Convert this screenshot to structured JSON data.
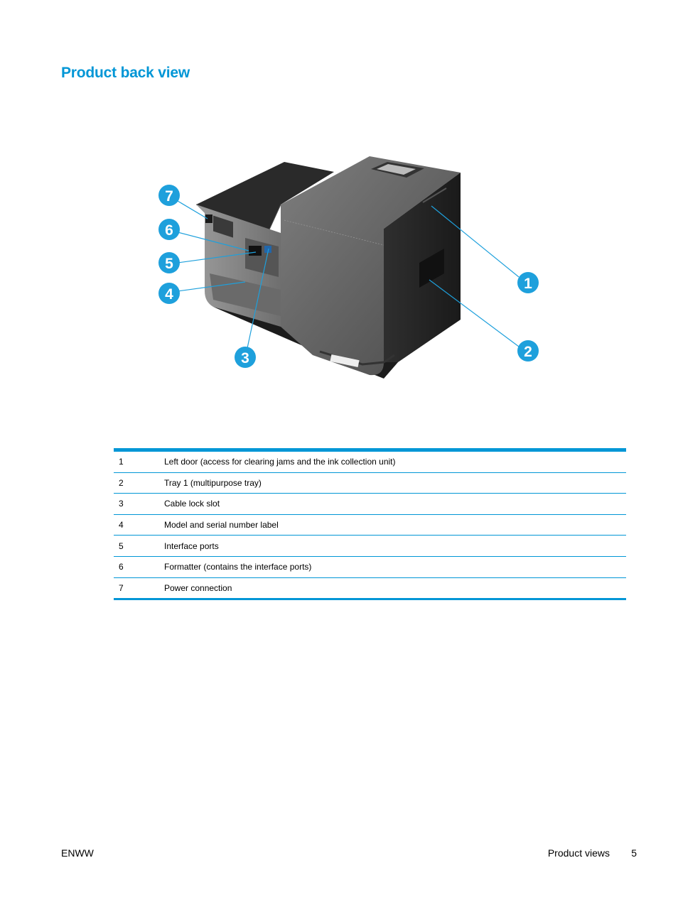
{
  "page": {
    "title": "Product back view"
  },
  "figure": {
    "callouts": [
      "1",
      "2",
      "3",
      "4",
      "5",
      "6",
      "7"
    ]
  },
  "legend": {
    "rows": [
      {
        "num": "1",
        "desc": "Left door (access for clearing jams and the ink collection unit)"
      },
      {
        "num": "2",
        "desc": "Tray 1 (multipurpose tray)"
      },
      {
        "num": "3",
        "desc": "Cable lock slot"
      },
      {
        "num": "4",
        "desc": "Model and serial number label"
      },
      {
        "num": "5",
        "desc": "Interface ports"
      },
      {
        "num": "6",
        "desc": "Formatter (contains the interface ports)"
      },
      {
        "num": "7",
        "desc": "Power connection"
      }
    ]
  },
  "footer": {
    "left": "ENWW",
    "section": "Product views",
    "page_number": "5"
  },
  "colors": {
    "accent": "#0096D6"
  }
}
